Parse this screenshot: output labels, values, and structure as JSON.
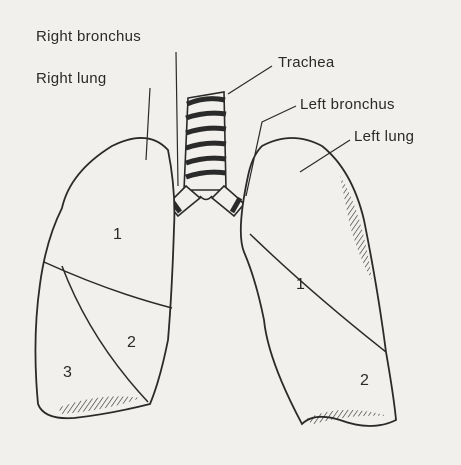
{
  "labels": {
    "right_bronchus": "Right bronchus",
    "right_lung": "Right lung",
    "trachea": "Trachea",
    "left_bronchus": "Left bronchus",
    "left_lung": "Left lung"
  },
  "lobe_numbers": {
    "right_upper": "1",
    "right_middle": "2",
    "right_lower": "3",
    "left_upper": "1",
    "left_lower": "2"
  },
  "colors": {
    "background": "#f1f0ec",
    "ink": "#2a2a2a"
  }
}
